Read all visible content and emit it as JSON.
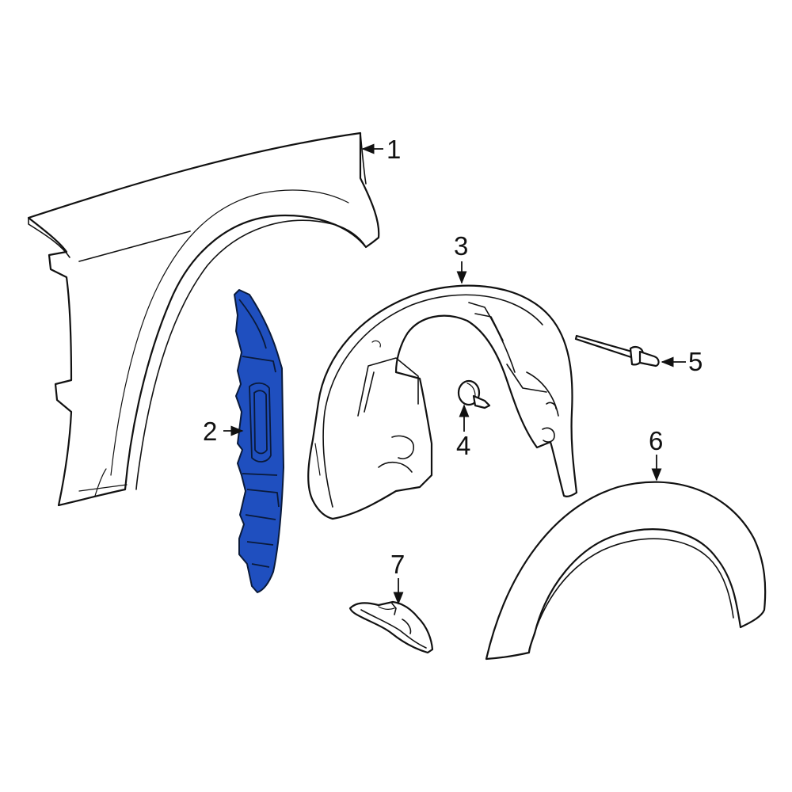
{
  "colors": {
    "highlight": "#1f4fbf",
    "line": "#111111",
    "background": "#ffffff"
  },
  "callouts": {
    "c1": "1",
    "c2": "2",
    "c3": "3",
    "c4": "4",
    "c5": "5",
    "c6": "6",
    "c7": "7"
  }
}
